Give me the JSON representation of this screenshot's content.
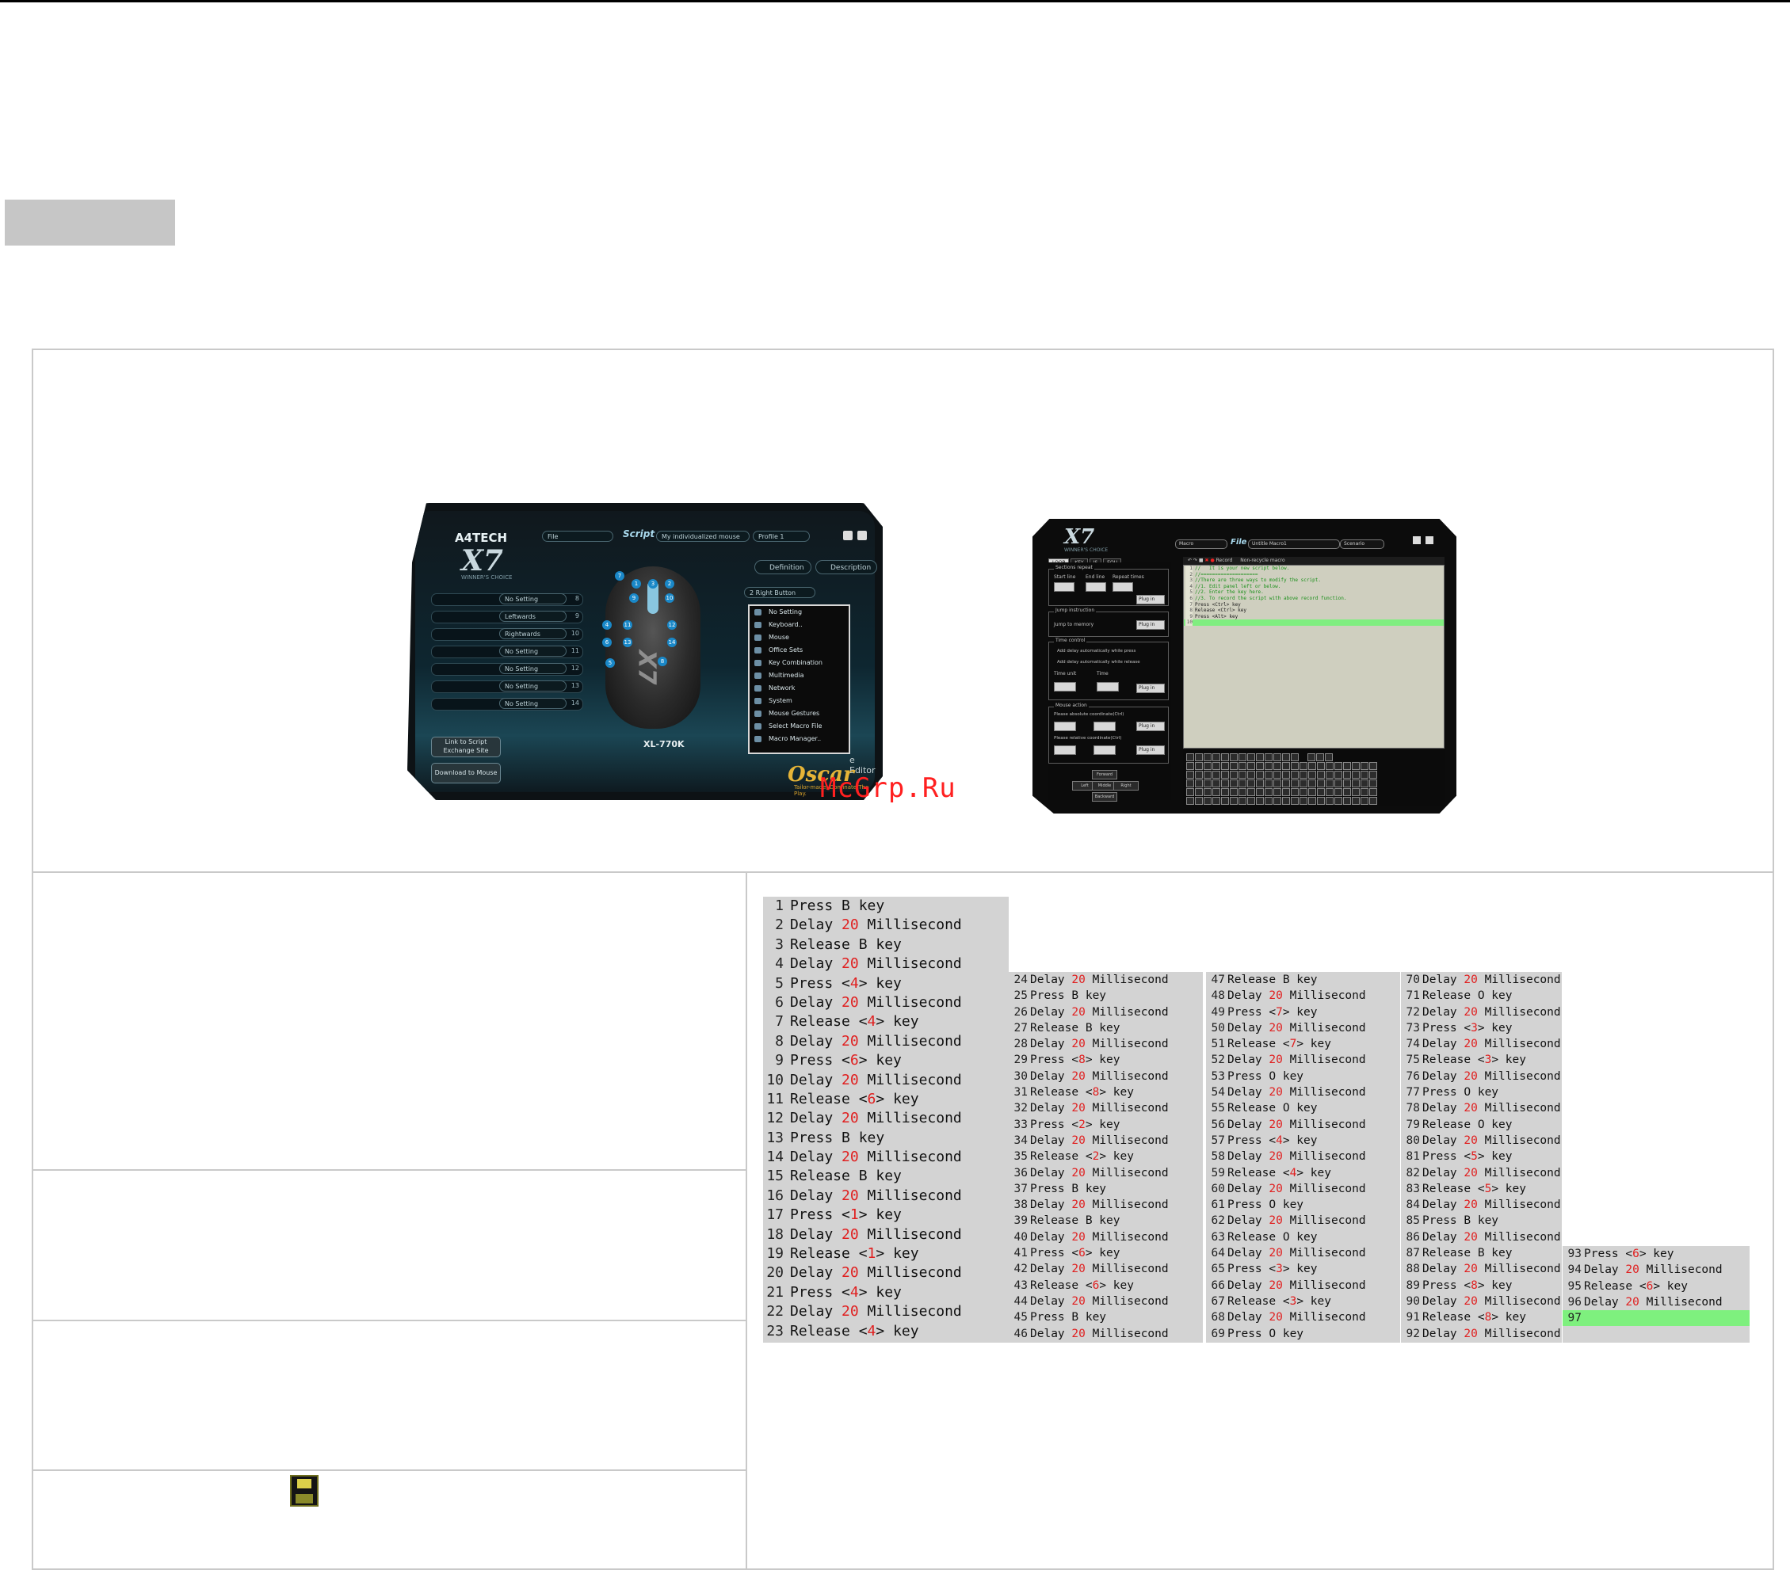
{
  "screenshot1": {
    "brand": "A4TECH",
    "logo": "X7",
    "tagline": "WINNER'S CHOICE",
    "file_label": "File",
    "script_label": "Script",
    "script_value": "My individualized mouse",
    "profile_value": "Profile 1",
    "definition_button": "Definition",
    "description_button": "Description",
    "right_button_value": "2  Right Button",
    "button_slots": [
      {
        "label": "No Setting",
        "num": "8"
      },
      {
        "label": "Leftwards",
        "num": "9"
      },
      {
        "label": "Rightwards",
        "num": "10"
      },
      {
        "label": "No Setting",
        "num": "11"
      },
      {
        "label": "No Setting",
        "num": "12"
      },
      {
        "label": "No Setting",
        "num": "13"
      },
      {
        "label": "No Setting",
        "num": "14"
      }
    ],
    "menu_items": [
      "No Setting",
      "Keyboard..",
      "Mouse",
      "Office Sets",
      "Key Combination",
      "Multimedia",
      "Network",
      "System",
      "Mouse Gestures",
      "Select Macro File",
      "Macro Manager.."
    ],
    "link_button": "Link to Script Exchange Site",
    "download_button": "Download to Mouse",
    "model": "XL-770K",
    "editor_label": "e Editor",
    "oscar": "Oscar",
    "oscar_sub": "Tailor-made, Dominate The Play."
  },
  "watermark": "McGrp.Ru",
  "screenshot2": {
    "logo": "X7",
    "tagline": "WINNER'S CHOICE",
    "macro_label": "Macro",
    "file_label": "File",
    "file_value": "Untitle Macro1",
    "scenario_value": "Scenario",
    "tabs": [
      "LOOP",
      "KEY",
      "JS",
      "EQU"
    ],
    "group_section_repeat": "Sections repeat",
    "start_line": "Start line",
    "end_line": "End line",
    "repeat_times": "Repeat times",
    "group_jump": "Jump instruction",
    "jump_to_memory": "Jump to memory",
    "group_time": "Time control",
    "add_delay_press": "Add delay automatically while press",
    "add_delay_release": "Add delay automatically while release",
    "time_unit": "Time unit",
    "time": "Time",
    "group_mouse": "Mouse action",
    "abs_coord": "Please absolute coordinate(Ctrl)",
    "rel_coord": "Please relative coordinate(Ctrl)",
    "plug_in": "Plug in",
    "record": "Record",
    "non_recycle": "Non-recycle macro",
    "editor_lines": [
      {
        "n": "1",
        "t": "//   It is your new script below.",
        "c": true
      },
      {
        "n": "2",
        "t": "//====================",
        "c": true
      },
      {
        "n": "3",
        "t": "//There are three ways to modify the script.",
        "c": true
      },
      {
        "n": "4",
        "t": "//1. Edit panel left or below.",
        "c": true
      },
      {
        "n": "5",
        "t": "//2. Enter the key here.",
        "c": true
      },
      {
        "n": "6",
        "t": "//3. To record the script with above record function.",
        "c": true
      },
      {
        "n": "7",
        "t": "Press <Ctrl> key",
        "c": false
      },
      {
        "n": "8",
        "t": "Release <Ctrl> key",
        "c": false
      },
      {
        "n": "9",
        "t": "Press <Alt> key",
        "c": false
      },
      {
        "n": "10",
        "t": "",
        "c": false,
        "hl": true
      }
    ],
    "mouse_buttons": [
      "Forward",
      "Left",
      "Middle",
      "Right",
      "Backward"
    ]
  },
  "listing": [
    {
      "n": "1",
      "a": "Press B key"
    },
    {
      "n": "2",
      "a": "Delay ",
      "v": "20",
      "b": " Millisecond"
    },
    {
      "n": "3",
      "a": "Release B key"
    },
    {
      "n": "4",
      "a": "Delay ",
      "v": "20",
      "b": " Millisecond"
    },
    {
      "n": "5",
      "a": "Press <",
      "v": "4",
      "b": "> key"
    },
    {
      "n": "6",
      "a": "Delay ",
      "v": "20",
      "b": " Millisecond"
    },
    {
      "n": "7",
      "a": "Release <",
      "v": "4",
      "b": "> key"
    },
    {
      "n": "8",
      "a": "Delay ",
      "v": "20",
      "b": " Millisecond"
    },
    {
      "n": "9",
      "a": "Press <",
      "v": "6",
      "b": "> key"
    },
    {
      "n": "10",
      "a": "Delay ",
      "v": "20",
      "b": " Millisecond"
    },
    {
      "n": "11",
      "a": "Release <",
      "v": "6",
      "b": "> key"
    },
    {
      "n": "12",
      "a": "Delay ",
      "v": "20",
      "b": " Millisecond"
    },
    {
      "n": "13",
      "a": "Press B key"
    },
    {
      "n": "14",
      "a": "Delay ",
      "v": "20",
      "b": " Millisecond"
    },
    {
      "n": "15",
      "a": "Release B key"
    },
    {
      "n": "16",
      "a": "Delay ",
      "v": "20",
      "b": " Millisecond"
    },
    {
      "n": "17",
      "a": "Press <",
      "v": "1",
      "b": "> key"
    },
    {
      "n": "18",
      "a": "Delay ",
      "v": "20",
      "b": " Millisecond"
    },
    {
      "n": "19",
      "a": "Release <",
      "v": "1",
      "b": "> key"
    },
    {
      "n": "20",
      "a": "Delay ",
      "v": "20",
      "b": " Millisecond"
    },
    {
      "n": "21",
      "a": "Press <",
      "v": "4",
      "b": "> key"
    },
    {
      "n": "22",
      "a": "Delay ",
      "v": "20",
      "b": " Millisecond"
    },
    {
      "n": "23",
      "a": "Release <",
      "v": "4",
      "b": "> key"
    },
    {
      "n": "24",
      "a": "Delay ",
      "v": "20",
      "b": " Millisecond"
    },
    {
      "n": "25",
      "a": "Press B key"
    },
    {
      "n": "26",
      "a": "Delay ",
      "v": "20",
      "b": " Millisecond"
    },
    {
      "n": "27",
      "a": "Release B key"
    },
    {
      "n": "28",
      "a": "Delay ",
      "v": "20",
      "b": " Millisecond"
    },
    {
      "n": "29",
      "a": "Press <",
      "v": "8",
      "b": "> key"
    },
    {
      "n": "30",
      "a": "Delay ",
      "v": "20",
      "b": " Millisecond"
    },
    {
      "n": "31",
      "a": "Release <",
      "v": "8",
      "b": "> key"
    },
    {
      "n": "32",
      "a": "Delay ",
      "v": "20",
      "b": " Millisecond"
    },
    {
      "n": "33",
      "a": "Press <",
      "v": "2",
      "b": "> key"
    },
    {
      "n": "34",
      "a": "Delay ",
      "v": "20",
      "b": " Millisecond"
    },
    {
      "n": "35",
      "a": "Release <",
      "v": "2",
      "b": "> key"
    },
    {
      "n": "36",
      "a": "Delay ",
      "v": "20",
      "b": " Millisecond"
    },
    {
      "n": "37",
      "a": "Press B key"
    },
    {
      "n": "38",
      "a": "Delay ",
      "v": "20",
      "b": " Millisecond"
    },
    {
      "n": "39",
      "a": "Release B key"
    },
    {
      "n": "40",
      "a": "Delay ",
      "v": "20",
      "b": " Millisecond"
    },
    {
      "n": "41",
      "a": "Press <",
      "v": "6",
      "b": "> key"
    },
    {
      "n": "42",
      "a": "Delay ",
      "v": "20",
      "b": " Millisecond"
    },
    {
      "n": "43",
      "a": "Release <",
      "v": "6",
      "b": "> key"
    },
    {
      "n": "44",
      "a": "Delay ",
      "v": "20",
      "b": " Millisecond"
    },
    {
      "n": "45",
      "a": "Press B key"
    },
    {
      "n": "46",
      "a": "Delay ",
      "v": "20",
      "b": " Millisecond"
    },
    {
      "n": "47",
      "a": "Release B key"
    },
    {
      "n": "48",
      "a": "Delay ",
      "v": "20",
      "b": " Millisecond"
    },
    {
      "n": "49",
      "a": "Press <",
      "v": "7",
      "b": "> key"
    },
    {
      "n": "50",
      "a": "Delay ",
      "v": "20",
      "b": " Millisecond"
    },
    {
      "n": "51",
      "a": "Release <",
      "v": "7",
      "b": "> key"
    },
    {
      "n": "52",
      "a": "Delay ",
      "v": "20",
      "b": " Millisecond"
    },
    {
      "n": "53",
      "a": "Press O key"
    },
    {
      "n": "54",
      "a": "Delay ",
      "v": "20",
      "b": " Millisecond"
    },
    {
      "n": "55",
      "a": "Release O key"
    },
    {
      "n": "56",
      "a": "Delay ",
      "v": "20",
      "b": " Millisecond"
    },
    {
      "n": "57",
      "a": "Press <",
      "v": "4",
      "b": "> key"
    },
    {
      "n": "58",
      "a": "Delay ",
      "v": "20",
      "b": " Millisecond"
    },
    {
      "n": "59",
      "a": "Release <",
      "v": "4",
      "b": "> key"
    },
    {
      "n": "60",
      "a": "Delay ",
      "v": "20",
      "b": " Millisecond"
    },
    {
      "n": "61",
      "a": "Press O key"
    },
    {
      "n": "62",
      "a": "Delay ",
      "v": "20",
      "b": " Millisecond"
    },
    {
      "n": "63",
      "a": "Release O key"
    },
    {
      "n": "64",
      "a": "Delay ",
      "v": "20",
      "b": " Millisecond"
    },
    {
      "n": "65",
      "a": "Press <",
      "v": "3",
      "b": "> key"
    },
    {
      "n": "66",
      "a": "Delay ",
      "v": "20",
      "b": " Millisecond"
    },
    {
      "n": "67",
      "a": "Release <",
      "v": "3",
      "b": "> key"
    },
    {
      "n": "68",
      "a": "Delay ",
      "v": "20",
      "b": " Millisecond"
    },
    {
      "n": "69",
      "a": "Press O key"
    },
    {
      "n": "70",
      "a": "Delay ",
      "v": "20",
      "b": " Millisecond"
    },
    {
      "n": "71",
      "a": "Release O key"
    },
    {
      "n": "72",
      "a": "Delay ",
      "v": "20",
      "b": " Millisecond"
    },
    {
      "n": "73",
      "a": "Press <",
      "v": "3",
      "b": "> key"
    },
    {
      "n": "74",
      "a": "Delay ",
      "v": "20",
      "b": " Millisecond"
    },
    {
      "n": "75",
      "a": "Release <",
      "v": "3",
      "b": "> key"
    },
    {
      "n": "76",
      "a": "Delay ",
      "v": "20",
      "b": " Millisecond"
    },
    {
      "n": "77",
      "a": "Press O key"
    },
    {
      "n": "78",
      "a": "Delay ",
      "v": "20",
      "b": " Millisecond"
    },
    {
      "n": "79",
      "a": "Release O key"
    },
    {
      "n": "80",
      "a": "Delay ",
      "v": "20",
      "b": " Millisecond"
    },
    {
      "n": "81",
      "a": "Press <",
      "v": "5",
      "b": "> key"
    },
    {
      "n": "82",
      "a": "Delay ",
      "v": "20",
      "b": " Millisecond"
    },
    {
      "n": "83",
      "a": "Release <",
      "v": "5",
      "b": "> key"
    },
    {
      "n": "84",
      "a": "Delay ",
      "v": "20",
      "b": " Millisecond"
    },
    {
      "n": "85",
      "a": "Press B key"
    },
    {
      "n": "86",
      "a": "Delay ",
      "v": "20",
      "b": " Millisecond"
    },
    {
      "n": "87",
      "a": "Release B key"
    },
    {
      "n": "88",
      "a": "Delay ",
      "v": "20",
      "b": " Millisecond"
    },
    {
      "n": "89",
      "a": "Press <",
      "v": "8",
      "b": "> key"
    },
    {
      "n": "90",
      "a": "Delay ",
      "v": "20",
      "b": " Millisecond"
    },
    {
      "n": "91",
      "a": "Release <",
      "v": "8",
      "b": "> key"
    },
    {
      "n": "92",
      "a": "Delay ",
      "v": "20",
      "b": " Millisecond"
    },
    {
      "n": "93",
      "a": "Press <",
      "v": "6",
      "b": "> key"
    },
    {
      "n": "94",
      "a": "Delay ",
      "v": "20",
      "b": " Millisecond"
    },
    {
      "n": "95",
      "a": "Release <",
      "v": "6",
      "b": "> key"
    },
    {
      "n": "96",
      "a": "Delay ",
      "v": "20",
      "b": " Millisecond"
    },
    {
      "n": "97",
      "a": "",
      "green": true
    }
  ]
}
